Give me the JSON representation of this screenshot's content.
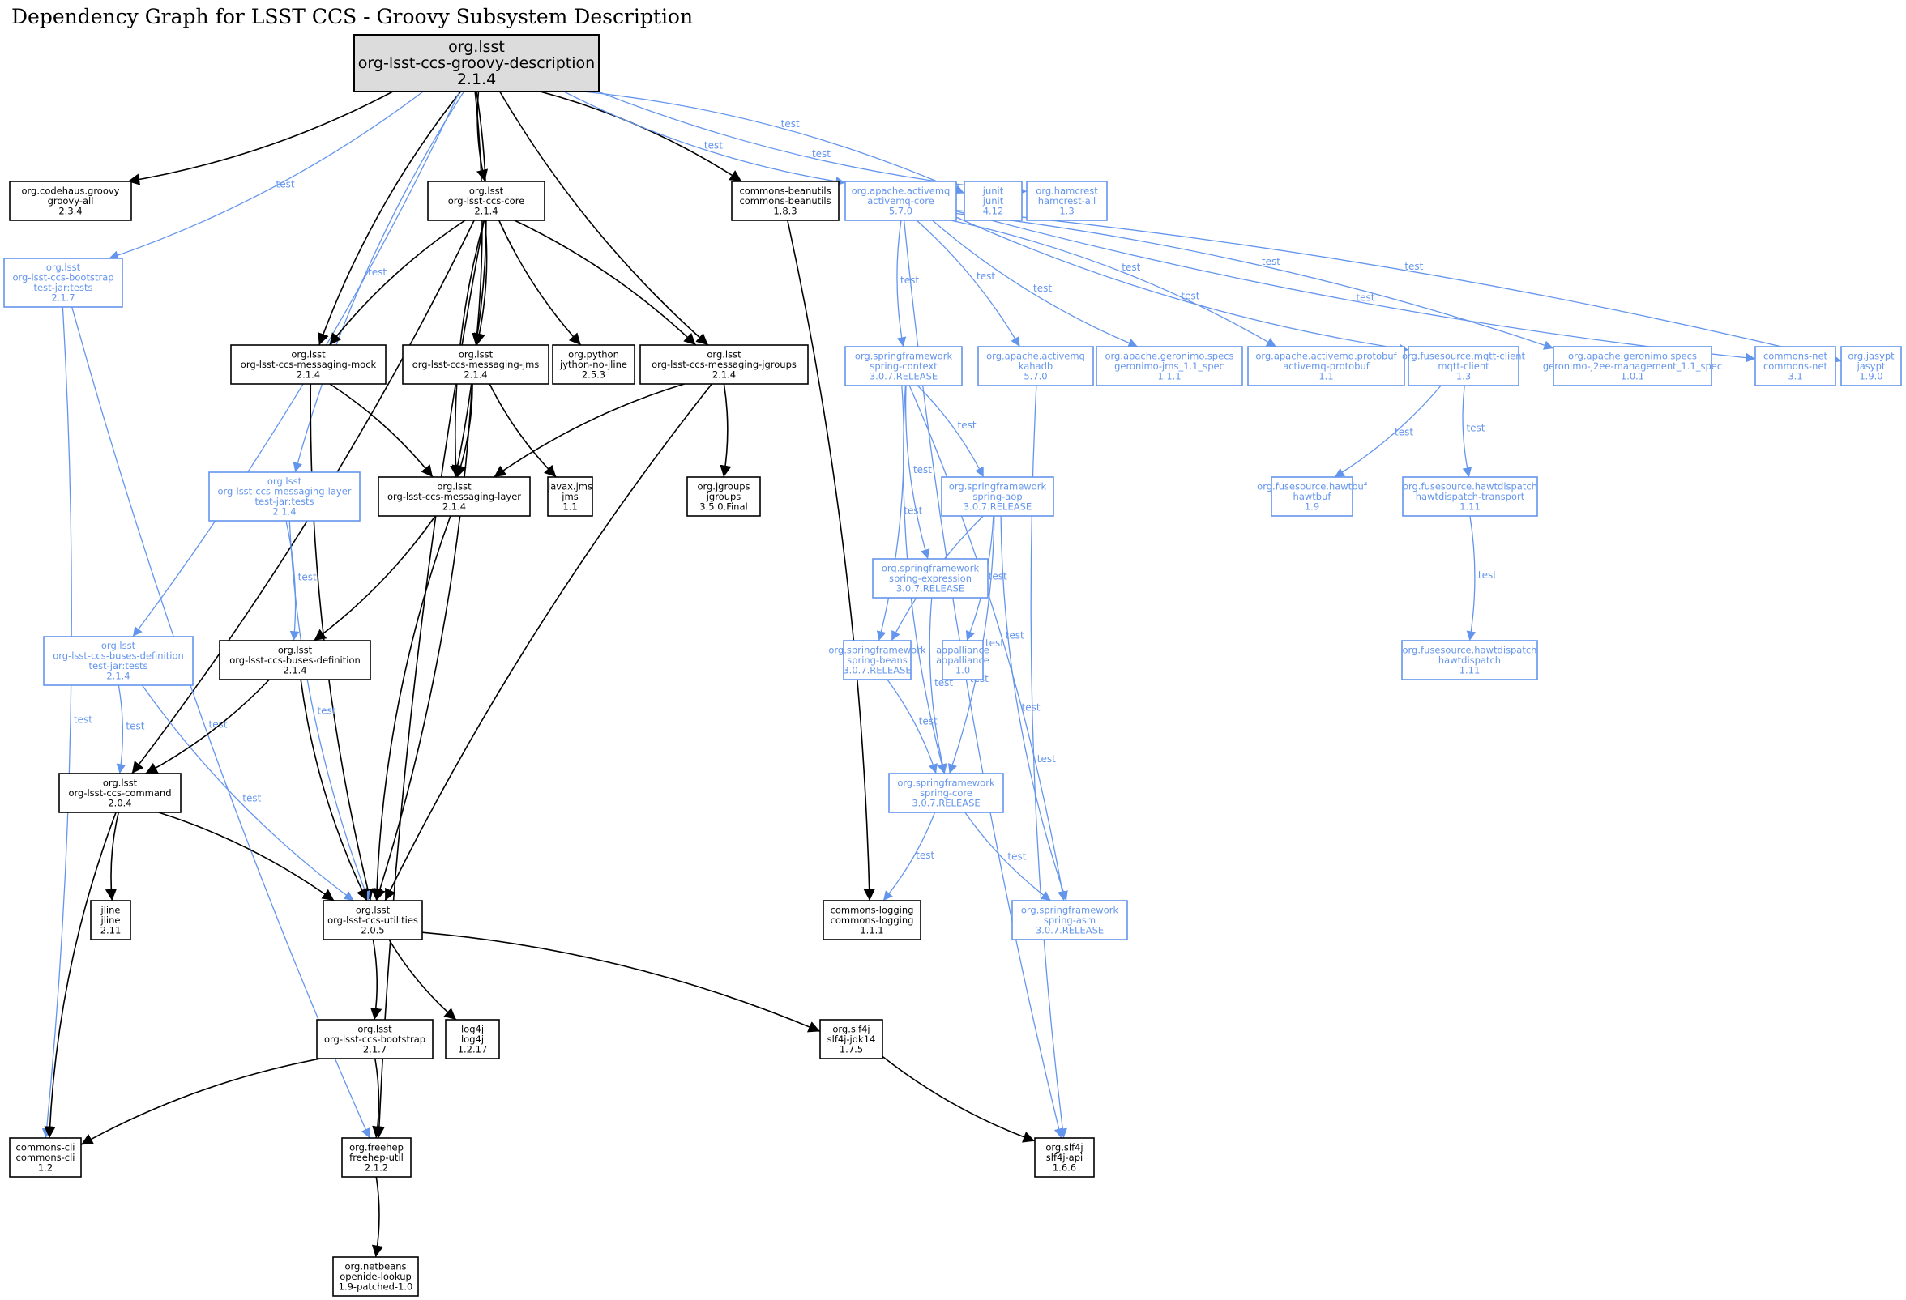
{
  "title": "Dependency Graph for LSST CCS - Groovy Subsystem Description",
  "colors": {
    "compile": "#000000",
    "test": "#6495ed",
    "root_fill": "#dcdcdc",
    "background": "#ffffff"
  },
  "edge_label_test": "test",
  "nodes": [
    {
      "id": "root",
      "lines": [
        "org.lsst",
        "org-lsst-ccs-groovy-description",
        "2.1.4"
      ],
      "kind": "root"
    },
    {
      "id": "groovy",
      "lines": [
        "org.codehaus.groovy",
        "groovy-all",
        "2.3.4"
      ],
      "kind": "compile"
    },
    {
      "id": "core",
      "lines": [
        "org.lsst",
        "org-lsst-ccs-core",
        "2.1.4"
      ],
      "kind": "compile"
    },
    {
      "id": "beanutils",
      "lines": [
        "commons-beanutils",
        "commons-beanutils",
        "1.8.3"
      ],
      "kind": "compile"
    },
    {
      "id": "amqcore",
      "lines": [
        "org.apache.activemq",
        "activemq-core",
        "5.7.0"
      ],
      "kind": "test"
    },
    {
      "id": "junit",
      "lines": [
        "junit",
        "junit",
        "4.12"
      ],
      "kind": "test"
    },
    {
      "id": "hamcrest",
      "lines": [
        "org.hamcrest",
        "hamcrest-all",
        "1.3"
      ],
      "kind": "test"
    },
    {
      "id": "bootstraptests",
      "lines": [
        "org.lsst",
        "org-lsst-ccs-bootstrap",
        "test-jar:tests",
        "2.1.7"
      ],
      "kind": "test"
    },
    {
      "id": "msgmock",
      "lines": [
        "org.lsst",
        "org-lsst-ccs-messaging-mock",
        "2.1.4"
      ],
      "kind": "compile"
    },
    {
      "id": "msgjms",
      "lines": [
        "org.lsst",
        "org-lsst-ccs-messaging-jms",
        "2.1.4"
      ],
      "kind": "compile"
    },
    {
      "id": "jython",
      "lines": [
        "org.python",
        "jython-no-jline",
        "2.5.3"
      ],
      "kind": "compile"
    },
    {
      "id": "msgjgroups",
      "lines": [
        "org.lsst",
        "org-lsst-ccs-messaging-jgroups",
        "2.1.4"
      ],
      "kind": "compile"
    },
    {
      "id": "springctx",
      "lines": [
        "org.springframework",
        "spring-context",
        "3.0.7.RELEASE"
      ],
      "kind": "test"
    },
    {
      "id": "kahadb",
      "lines": [
        "org.apache.activemq",
        "kahadb",
        "5.7.0"
      ],
      "kind": "test"
    },
    {
      "id": "geronimojms",
      "lines": [
        "org.apache.geronimo.specs",
        "geronimo-jms_1.1_spec",
        "1.1.1"
      ],
      "kind": "test"
    },
    {
      "id": "amqprotobuf",
      "lines": [
        "org.apache.activemq.protobuf",
        "activemq-protobuf",
        "1.1"
      ],
      "kind": "test"
    },
    {
      "id": "mqtt",
      "lines": [
        "org.fusesource.mqtt-client",
        "mqtt-client",
        "1.3"
      ],
      "kind": "test"
    },
    {
      "id": "geronimoj2ee",
      "lines": [
        "org.apache.geronimo.specs",
        "geronimo-j2ee-management_1.1_spec",
        "1.0.1"
      ],
      "kind": "test"
    },
    {
      "id": "commonsnet",
      "lines": [
        "commons-net",
        "commons-net",
        "3.1"
      ],
      "kind": "test"
    },
    {
      "id": "jasypt",
      "lines": [
        "org.jasypt",
        "jasypt",
        "1.9.0"
      ],
      "kind": "test"
    },
    {
      "id": "msglayertests",
      "lines": [
        "org.lsst",
        "org-lsst-ccs-messaging-layer",
        "test-jar:tests",
        "2.1.4"
      ],
      "kind": "test"
    },
    {
      "id": "msglayer",
      "lines": [
        "org.lsst",
        "org-lsst-ccs-messaging-layer",
        "2.1.4"
      ],
      "kind": "compile"
    },
    {
      "id": "jms",
      "lines": [
        "javax.jms",
        "jms",
        "1.1"
      ],
      "kind": "compile"
    },
    {
      "id": "jgroups",
      "lines": [
        "org.jgroups",
        "jgroups",
        "3.5.0.Final"
      ],
      "kind": "compile"
    },
    {
      "id": "springaop",
      "lines": [
        "org.springframework",
        "spring-aop",
        "3.0.7.RELEASE"
      ],
      "kind": "test"
    },
    {
      "id": "hawtbuf",
      "lines": [
        "org.fusesource.hawtbuf",
        "hawtbuf",
        "1.9"
      ],
      "kind": "test"
    },
    {
      "id": "hawttransport",
      "lines": [
        "org.fusesource.hawtdispatch",
        "hawtdispatch-transport",
        "1.11"
      ],
      "kind": "test"
    },
    {
      "id": "springexpr",
      "lines": [
        "org.springframework",
        "spring-expression",
        "3.0.7.RELEASE"
      ],
      "kind": "test"
    },
    {
      "id": "busestests",
      "lines": [
        "org.lsst",
        "org-lsst-ccs-buses-definition",
        "test-jar:tests",
        "2.1.4"
      ],
      "kind": "test"
    },
    {
      "id": "buses",
      "lines": [
        "org.lsst",
        "org-lsst-ccs-buses-definition",
        "2.1.4"
      ],
      "kind": "compile"
    },
    {
      "id": "springbeans",
      "lines": [
        "org.springframework",
        "spring-beans",
        "3.0.7.RELEASE"
      ],
      "kind": "test"
    },
    {
      "id": "aopalliance",
      "lines": [
        "aopalliance",
        "aopalliance",
        "1.0"
      ],
      "kind": "test"
    },
    {
      "id": "hawtdispatch",
      "lines": [
        "org.fusesource.hawtdispatch",
        "hawtdispatch",
        "1.11"
      ],
      "kind": "test"
    },
    {
      "id": "command",
      "lines": [
        "org.lsst",
        "org-lsst-ccs-command",
        "2.0.4"
      ],
      "kind": "compile"
    },
    {
      "id": "springcore",
      "lines": [
        "org.springframework",
        "spring-core",
        "3.0.7.RELEASE"
      ],
      "kind": "test"
    },
    {
      "id": "jline",
      "lines": [
        "jline",
        "jline",
        "2.11"
      ],
      "kind": "compile"
    },
    {
      "id": "utilities",
      "lines": [
        "org.lsst",
        "org-lsst-ccs-utilities",
        "2.0.5"
      ],
      "kind": "compile"
    },
    {
      "id": "commonslogging",
      "lines": [
        "commons-logging",
        "commons-logging",
        "1.1.1"
      ],
      "kind": "compile"
    },
    {
      "id": "springasm",
      "lines": [
        "org.springframework",
        "spring-asm",
        "3.0.7.RELEASE"
      ],
      "kind": "test"
    },
    {
      "id": "bootstrap",
      "lines": [
        "org.lsst",
        "org-lsst-ccs-bootstrap",
        "2.1.7"
      ],
      "kind": "compile"
    },
    {
      "id": "log4j",
      "lines": [
        "log4j",
        "log4j",
        "1.2.17"
      ],
      "kind": "compile"
    },
    {
      "id": "slf4jjdk14",
      "lines": [
        "org.slf4j",
        "slf4j-jdk14",
        "1.7.5"
      ],
      "kind": "compile"
    },
    {
      "id": "commonscli",
      "lines": [
        "commons-cli",
        "commons-cli",
        "1.2"
      ],
      "kind": "compile"
    },
    {
      "id": "freehep",
      "lines": [
        "org.freehep",
        "freehep-util",
        "2.1.2"
      ],
      "kind": "compile"
    },
    {
      "id": "slf4japi",
      "lines": [
        "org.slf4j",
        "slf4j-api",
        "1.6.6"
      ],
      "kind": "compile"
    },
    {
      "id": "openide",
      "lines": [
        "org.netbeans",
        "openide-lookup",
        "1.9-patched-1.0"
      ],
      "kind": "compile"
    }
  ],
  "edges": [
    {
      "from": "root",
      "to": "groovy",
      "scope": "compile"
    },
    {
      "from": "root",
      "to": "core",
      "scope": "compile"
    },
    {
      "from": "root",
      "to": "beanutils",
      "scope": "compile"
    },
    {
      "from": "root",
      "to": "amqcore",
      "scope": "test"
    },
    {
      "from": "root",
      "to": "junit",
      "scope": "test"
    },
    {
      "from": "root",
      "to": "hamcrest",
      "scope": "test"
    },
    {
      "from": "root",
      "to": "bootstraptests",
      "scope": "test"
    },
    {
      "from": "root",
      "to": "msgmock",
      "scope": "compile"
    },
    {
      "from": "root",
      "to": "msgjms",
      "scope": "compile"
    },
    {
      "from": "root",
      "to": "msgjgroups",
      "scope": "compile"
    },
    {
      "from": "root",
      "to": "msglayer",
      "scope": "compile"
    },
    {
      "from": "root",
      "to": "msglayertests",
      "scope": "test"
    },
    {
      "from": "root",
      "to": "busestests",
      "scope": "test"
    },
    {
      "from": "core",
      "to": "msgmock",
      "scope": "compile"
    },
    {
      "from": "core",
      "to": "msgjms",
      "scope": "compile"
    },
    {
      "from": "core",
      "to": "jython",
      "scope": "compile"
    },
    {
      "from": "core",
      "to": "msgjgroups",
      "scope": "compile"
    },
    {
      "from": "core",
      "to": "msglayer",
      "scope": "compile"
    },
    {
      "from": "core",
      "to": "command",
      "scope": "compile"
    },
    {
      "from": "core",
      "to": "freehep",
      "scope": "compile"
    },
    {
      "from": "beanutils",
      "to": "commonslogging",
      "scope": "compile"
    },
    {
      "from": "amqcore",
      "to": "springctx",
      "scope": "test"
    },
    {
      "from": "amqcore",
      "to": "kahadb",
      "scope": "test"
    },
    {
      "from": "amqcore",
      "to": "geronimojms",
      "scope": "test"
    },
    {
      "from": "amqcore",
      "to": "amqprotobuf",
      "scope": "test"
    },
    {
      "from": "amqcore",
      "to": "mqtt",
      "scope": "test"
    },
    {
      "from": "amqcore",
      "to": "geronimoj2ee",
      "scope": "test"
    },
    {
      "from": "amqcore",
      "to": "commonsnet",
      "scope": "test"
    },
    {
      "from": "amqcore",
      "to": "jasypt",
      "scope": "test"
    },
    {
      "from": "amqcore",
      "to": "slf4japi",
      "scope": "test"
    },
    {
      "from": "bootstraptests",
      "to": "commonscli",
      "scope": "test"
    },
    {
      "from": "bootstraptests",
      "to": "freehep",
      "scope": "test"
    },
    {
      "from": "msgmock",
      "to": "msglayer",
      "scope": "compile"
    },
    {
      "from": "msgmock",
      "to": "utilities",
      "scope": "compile"
    },
    {
      "from": "msgjms",
      "to": "msglayer",
      "scope": "compile"
    },
    {
      "from": "msgjms",
      "to": "jms",
      "scope": "compile"
    },
    {
      "from": "msgjms",
      "to": "utilities",
      "scope": "compile"
    },
    {
      "from": "msgjgroups",
      "to": "msglayer",
      "scope": "compile"
    },
    {
      "from": "msgjgroups",
      "to": "jgroups",
      "scope": "compile"
    },
    {
      "from": "msgjgroups",
      "to": "utilities",
      "scope": "compile"
    },
    {
      "from": "springctx",
      "to": "springaop",
      "scope": "test"
    },
    {
      "from": "springctx",
      "to": "springexpr",
      "scope": "test"
    },
    {
      "from": "springctx",
      "to": "springbeans",
      "scope": "test"
    },
    {
      "from": "springctx",
      "to": "springcore",
      "scope": "test"
    },
    {
      "from": "springctx",
      "to": "springasm",
      "scope": "test"
    },
    {
      "from": "kahadb",
      "to": "slf4japi",
      "scope": "test"
    },
    {
      "from": "mqtt",
      "to": "hawtbuf",
      "scope": "test"
    },
    {
      "from": "mqtt",
      "to": "hawttransport",
      "scope": "test"
    },
    {
      "from": "msglayertests",
      "to": "buses",
      "scope": "test"
    },
    {
      "from": "msglayertests",
      "to": "utilities",
      "scope": "test"
    },
    {
      "from": "msglayer",
      "to": "buses",
      "scope": "compile"
    },
    {
      "from": "msglayer",
      "to": "utilities",
      "scope": "compile"
    },
    {
      "from": "springaop",
      "to": "aopalliance",
      "scope": "test"
    },
    {
      "from": "springaop",
      "to": "springbeans",
      "scope": "test"
    },
    {
      "from": "springaop",
      "to": "springcore",
      "scope": "test"
    },
    {
      "from": "springaop",
      "to": "springasm",
      "scope": "test"
    },
    {
      "from": "hawttransport",
      "to": "hawtdispatch",
      "scope": "test"
    },
    {
      "from": "springexpr",
      "to": "springcore",
      "scope": "test"
    },
    {
      "from": "busestests",
      "to": "command",
      "scope": "test"
    },
    {
      "from": "busestests",
      "to": "utilities",
      "scope": "test"
    },
    {
      "from": "buses",
      "to": "command",
      "scope": "compile"
    },
    {
      "from": "buses",
      "to": "utilities",
      "scope": "compile"
    },
    {
      "from": "springbeans",
      "to": "springcore",
      "scope": "test"
    },
    {
      "from": "command",
      "to": "jline",
      "scope": "compile"
    },
    {
      "from": "command",
      "to": "utilities",
      "scope": "compile"
    },
    {
      "from": "command",
      "to": "commonscli",
      "scope": "compile"
    },
    {
      "from": "springcore",
      "to": "commonslogging",
      "scope": "test"
    },
    {
      "from": "springcore",
      "to": "springasm",
      "scope": "test"
    },
    {
      "from": "utilities",
      "to": "bootstrap",
      "scope": "compile"
    },
    {
      "from": "utilities",
      "to": "log4j",
      "scope": "compile"
    },
    {
      "from": "utilities",
      "to": "slf4jjdk14",
      "scope": "compile"
    },
    {
      "from": "bootstrap",
      "to": "commonscli",
      "scope": "compile"
    },
    {
      "from": "bootstrap",
      "to": "freehep",
      "scope": "compile"
    },
    {
      "from": "slf4jjdk14",
      "to": "slf4japi",
      "scope": "compile"
    },
    {
      "from": "freehep",
      "to": "openide",
      "scope": "compile"
    }
  ]
}
